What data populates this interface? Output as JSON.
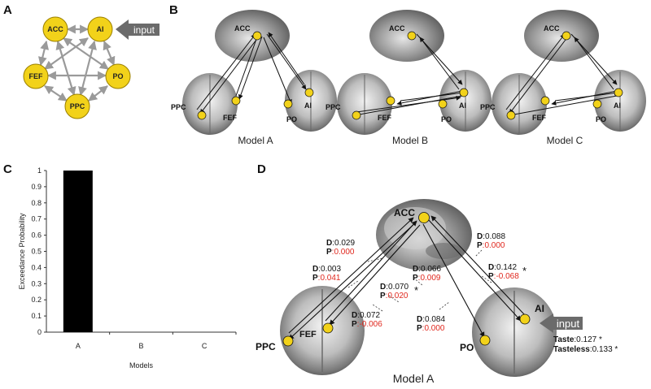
{
  "panels": {
    "a": "A",
    "b": "B",
    "c": "C",
    "d": "D"
  },
  "panel_a": {
    "nodes": [
      "ACC",
      "AI",
      "FEF",
      "PO",
      "PPC"
    ],
    "input_label": "input",
    "node_color": "#f2d21a"
  },
  "panel_b": {
    "models": [
      "Model A",
      "Model B",
      "Model C"
    ],
    "regions": {
      "acc": "ACC",
      "ppc": "PPC",
      "fef": "FEF",
      "po": "PO",
      "ai": "AI"
    }
  },
  "chart_data": {
    "type": "bar",
    "categories": [
      "A",
      "B",
      "C"
    ],
    "values": [
      1,
      0,
      0
    ],
    "ylabel": "Exceedance Probability",
    "xlabel": "Models",
    "ylim": [
      0,
      1
    ],
    "yticks": [
      "1",
      "0.9",
      "0.8",
      "0.7",
      "0.6",
      "0.5",
      "0.4",
      "0.3",
      "0.2",
      "0.1",
      "0"
    ],
    "bar_color": "#000000"
  },
  "panel_d": {
    "caption": "Model A",
    "regions": {
      "acc": "ACC",
      "ppc": "PPC",
      "fef": "FEF",
      "po": "PO",
      "ai": "AI"
    },
    "input_label": "input",
    "d_prefix": "D",
    "p_prefix": "P",
    "params": [
      {
        "d": ":0.029",
        "p": ":0.000"
      },
      {
        "d": ":0.003",
        "p": ":0.041"
      },
      {
        "d": ":0.070",
        "p": ":0.020",
        "star": "*"
      },
      {
        "d": ":0.072",
        "p": ":-0.006"
      },
      {
        "d": ":0.066",
        "p": ":0.009"
      },
      {
        "d": ":0.084",
        "p": ":0.000"
      },
      {
        "d": ":0.088",
        "p": ":0.000"
      },
      {
        "d": ":0.142",
        "p": ":-0.068",
        "star": "*"
      }
    ],
    "taste_label": "Taste",
    "taste_value": ":0.127 *",
    "tasteless_label": "Tasteless",
    "tasteless_value": ":0.133 *"
  }
}
